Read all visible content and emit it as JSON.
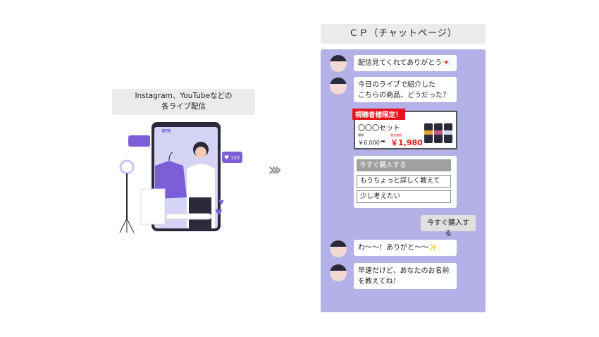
{
  "left": {
    "label_line1": "Instagram、YouTubeなどの",
    "label_line2": "各ライブ配信",
    "phone": {
      "live_badge": "LIVE",
      "like_count": "122"
    }
  },
  "right": {
    "title": "ＣＰ（チャットページ）",
    "messages": [
      {
        "text": "配信見てくれてありがとう💌"
      },
      {
        "line1": "今日のライブで紹介した",
        "line2": "こちらの商品、どうだった？"
      },
      {
        "text": "わ〜〜！ありがと〜〜✨"
      },
      {
        "line1": "早速だけど、あなたのお名前",
        "line2": "を教えてね！"
      }
    ],
    "card": {
      "tag": "視聴者様限定！",
      "product": "〇〇〇セット",
      "regular_label": "通常",
      "regular_price": "￥6,000",
      "sale_label": "限定価格",
      "sale_price": "￥1,980",
      "arrow": "➡"
    },
    "choices": {
      "primary": "今すぐ購入する",
      "options": [
        "もうちょっと詳しく教えて",
        "少し考えたい"
      ]
    },
    "user_reply": "今すぐ購入する"
  },
  "colors": {
    "panel": "#b3b1e8",
    "accent_purple": "#7b5fd6",
    "sale_red": "#e8141b"
  }
}
